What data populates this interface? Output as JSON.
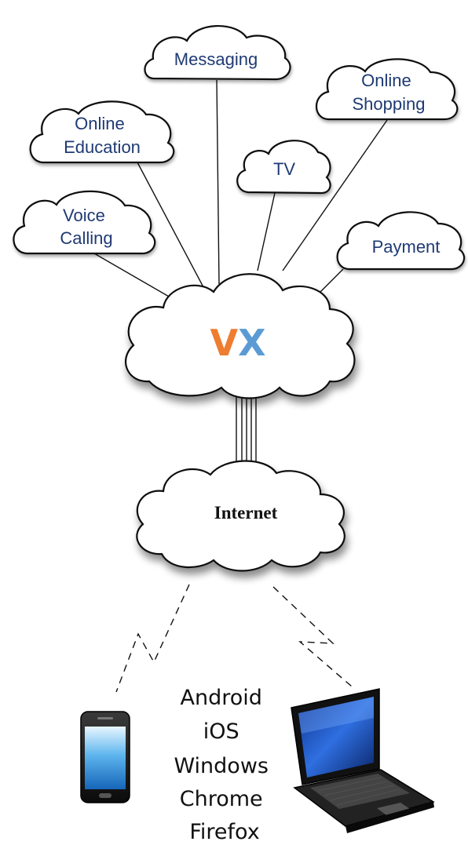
{
  "services": [
    {
      "id": "messaging",
      "lines": [
        "Messaging"
      ]
    },
    {
      "id": "online-shopping",
      "lines": [
        "Online",
        "Shopping"
      ]
    },
    {
      "id": "online-education",
      "lines": [
        "Online",
        "Education"
      ]
    },
    {
      "id": "tv",
      "lines": [
        "TV"
      ]
    },
    {
      "id": "voice-calling",
      "lines": [
        "Voice",
        "Calling"
      ]
    },
    {
      "id": "payment",
      "lines": [
        "Payment"
      ]
    }
  ],
  "hub": {
    "letter_v": "V",
    "letter_x": "X",
    "color_v": "#ee7d31",
    "color_x": "#5b9bd5"
  },
  "network": {
    "label": "Internet"
  },
  "platforms": [
    "Android",
    "iOS",
    "Windows",
    "Chrome",
    "Firefox"
  ],
  "devices": [
    {
      "id": "phone",
      "icon": "smartphone-icon"
    },
    {
      "id": "laptop",
      "icon": "laptop-icon"
    }
  ]
}
